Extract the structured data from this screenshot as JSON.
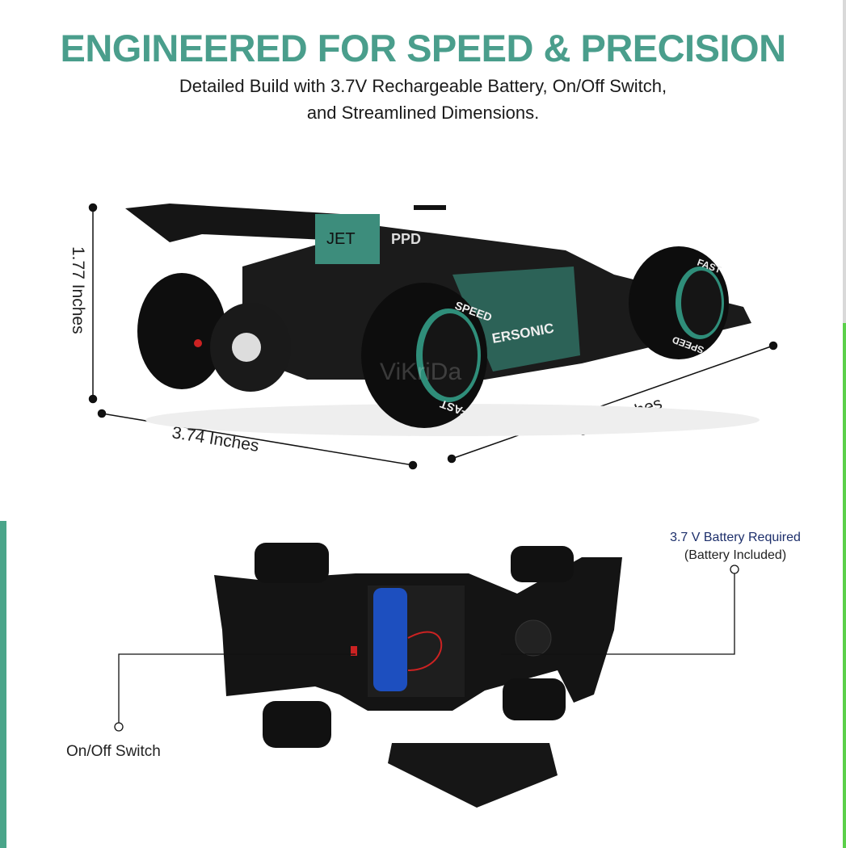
{
  "header": {
    "title": "ENGINEERED FOR SPEED & PRECISION",
    "subtitle_line1": "Detailed Build with 3.7V Rechargeable Battery, On/Off Switch,",
    "subtitle_line2": "and Streamlined Dimensions."
  },
  "dimensions": {
    "height": "1.77 Inches",
    "width": "3.74 Inches",
    "length": "8.85 Inches"
  },
  "callouts": {
    "battery_required": "3.7 V Battery Required",
    "battery_included": "(Battery Included)",
    "switch": "On/Off Switch"
  },
  "car_decals": {
    "wing": "JET",
    "tag": "PPD",
    "tyre_rear": "SPEED",
    "tyre_rear2": "FAST",
    "tyre_front": "FAST",
    "tyre_front2": "SPEED",
    "side": "ERSONIC"
  },
  "watermark": "ViKriDa",
  "colors": {
    "accent": "#4a9e8c",
    "navy": "#1d2f6b"
  }
}
